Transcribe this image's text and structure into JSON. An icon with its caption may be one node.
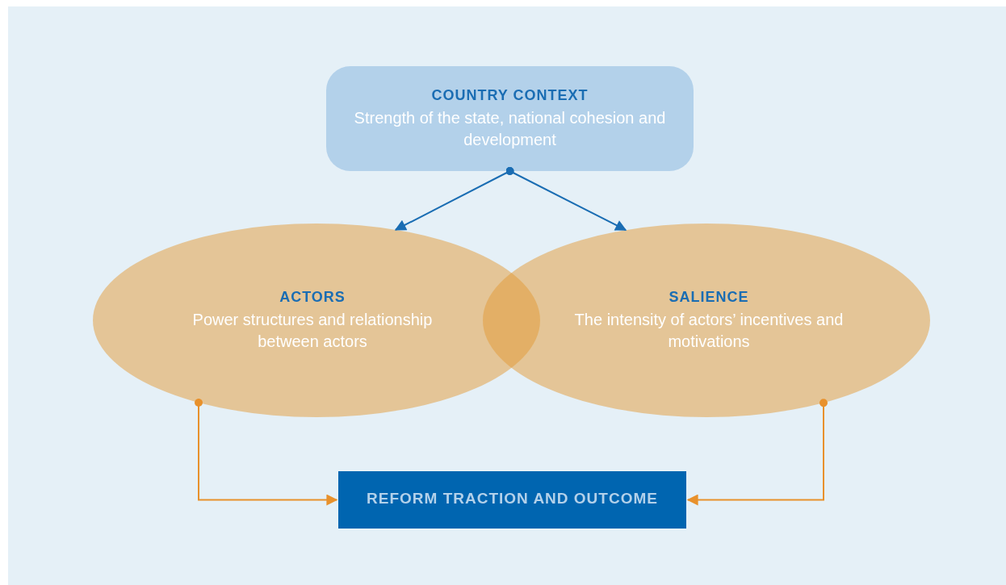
{
  "diagram": {
    "nodes": [
      {
        "text": [
          "COUNTRY CONTEXT",
          "Strength of the state, national cohesion and development"
        ]
      },
      {
        "text": [
          "ACTORS",
          "Power structures and relationship between actors"
        ]
      },
      {
        "text": [
          "SALIENCE",
          "The intensity of actors’ incentives and motivations"
        ]
      },
      {
        "text": [
          "REFORM TRACTION AND OUTCOME"
        ]
      }
    ],
    "edges": [
      {
        "from": 0,
        "to": 1,
        "arrow": "to",
        "color": "#1a6db3"
      },
      {
        "from": 0,
        "to": 2,
        "arrow": "to",
        "color": "#1a6db3"
      },
      {
        "from": 1,
        "to": 3,
        "arrow": "to",
        "color": "#e8912c"
      },
      {
        "from": 2,
        "to": 3,
        "arrow": "to",
        "color": "#e8912c"
      }
    ]
  }
}
